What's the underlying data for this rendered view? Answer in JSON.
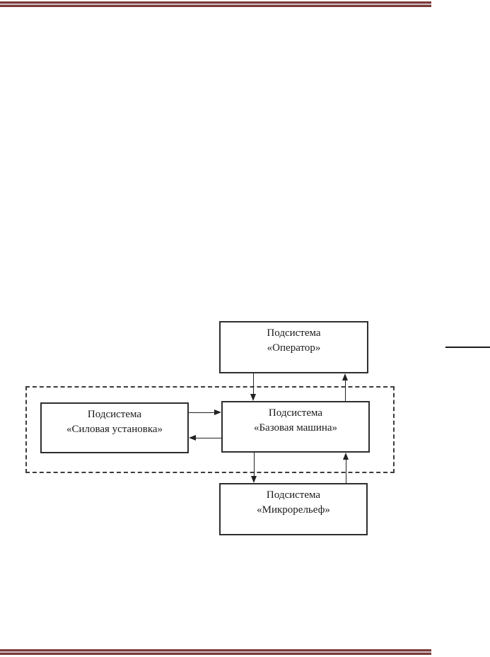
{
  "document": {
    "background_color": "#ffffff",
    "rules": {
      "maroon_color": "#7b3a3a",
      "gap_color": "#cfc0c0"
    },
    "separator_line_color": "#1a1a1a"
  },
  "diagram": {
    "line_color": "#222222",
    "box_border_color": "#2e2e2e",
    "dashed_group_color": "#3c3c3c",
    "boxes": [
      {
        "id": "operator",
        "line1": "Подсистема",
        "line2": "«Оператор»"
      },
      {
        "id": "power-unit",
        "line1": "Подсистема",
        "line2": "«Силовая установка»"
      },
      {
        "id": "base-machine",
        "line1": "Подсистема",
        "line2": "«Базовая машина»"
      },
      {
        "id": "microrelief",
        "line1": "Подсистема",
        "line2": "«Микрорельеф»"
      }
    ]
  }
}
